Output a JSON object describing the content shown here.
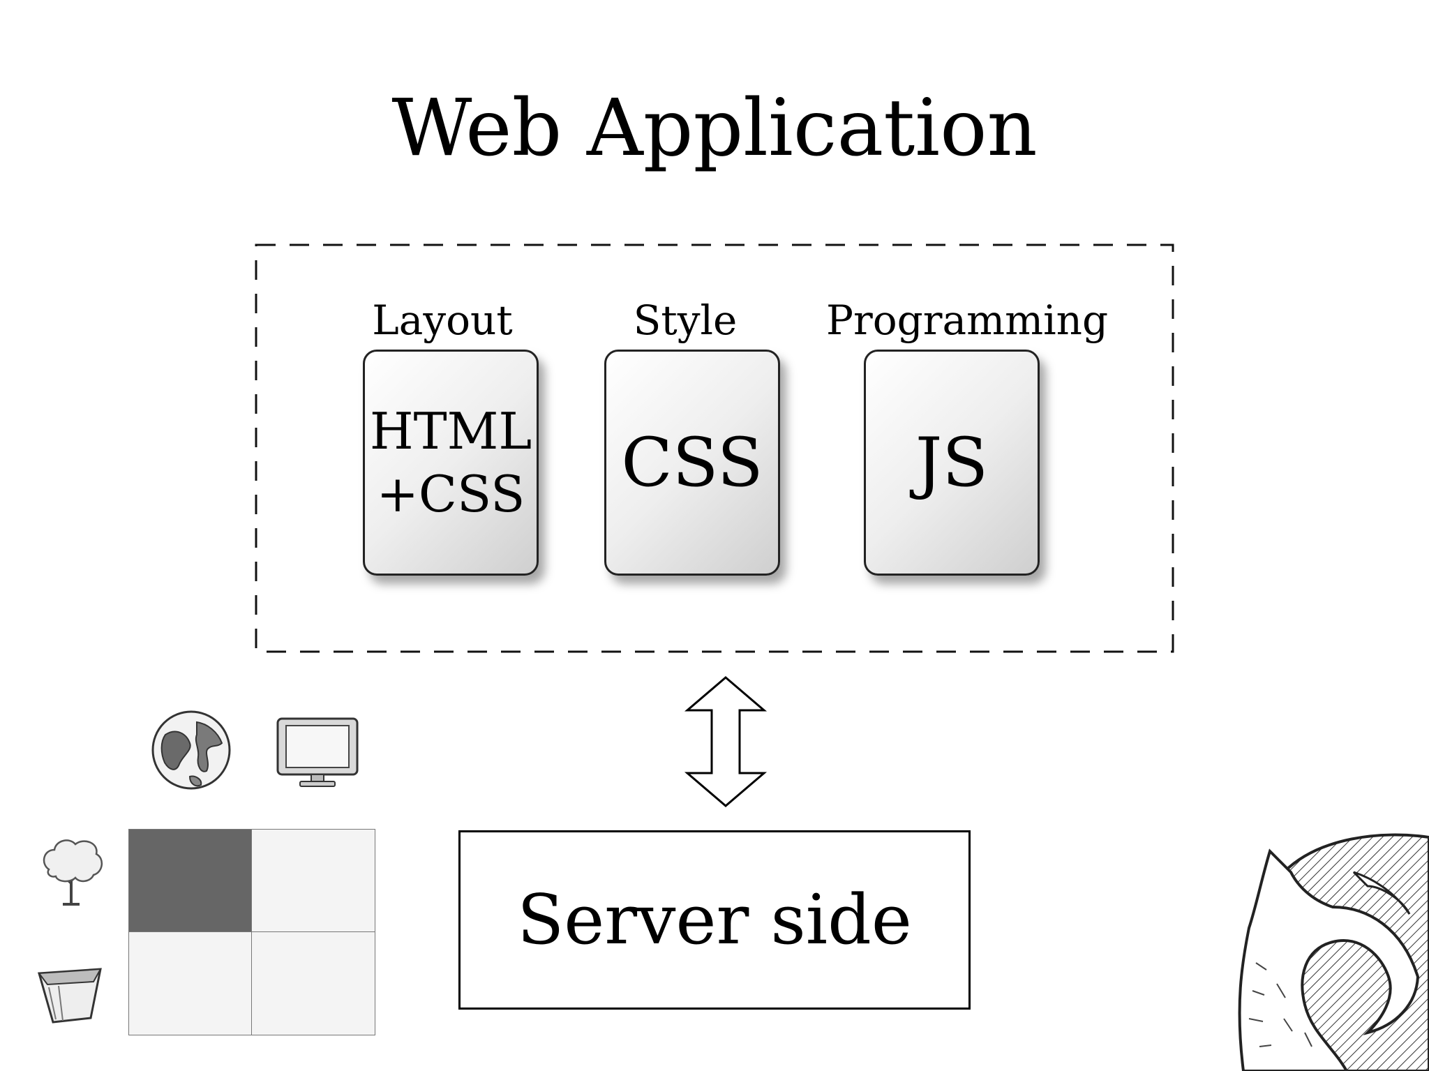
{
  "title": "Web Application",
  "columns": [
    {
      "label": "Layout",
      "card_lines": [
        "HTML",
        "+CSS"
      ]
    },
    {
      "label": "Style",
      "card_lines": [
        "CSS"
      ]
    },
    {
      "label": "Programming",
      "card_lines": [
        "JS"
      ]
    }
  ],
  "server": {
    "label": "Server side"
  },
  "icons": [
    "globe-icon",
    "monitor-icon",
    "tree-icon",
    "flower-pot-icon",
    "firefox-logo"
  ],
  "colors": {
    "grid_dark": "#666666",
    "grid_light": "#f4f4f4"
  }
}
